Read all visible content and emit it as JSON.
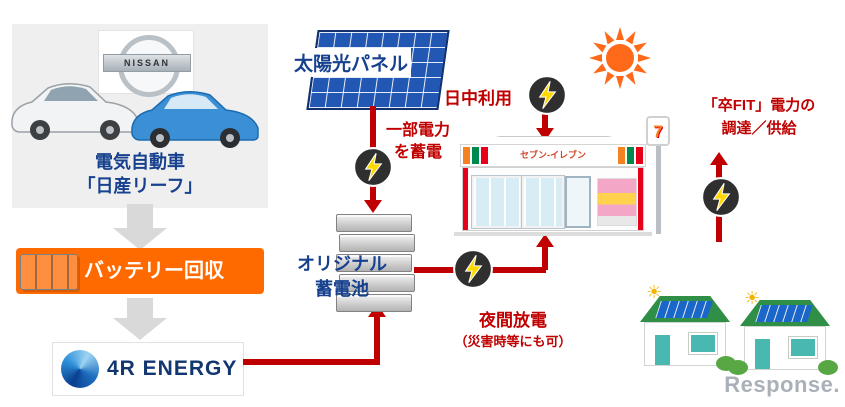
{
  "colors": {
    "accent_red": "#c00000",
    "label_blue": "#17418f",
    "recovery_orange": "#ff6a00"
  },
  "left": {
    "nissan_logo": "NISSAN",
    "ev_line1": "電気自動車",
    "ev_line2": "「日産リーフ」",
    "battery_recovery": "バッテリー回収",
    "energy_logo": "4R ENERGY"
  },
  "solar": {
    "panel_label": "太陽光パネル",
    "daytime_label": "日中利用",
    "partial_line1": "一部電力",
    "partial_line2": "を蓄電"
  },
  "storage": {
    "label_line1": "オリジナル",
    "label_line2": "蓄電池",
    "night_label": "夜間放電",
    "night_note": "（災害時等にも可）"
  },
  "store": {
    "fascia_text": "セブン-イレブン",
    "pole_text": "7"
  },
  "fit": {
    "line1": "「卒FIT」電力の",
    "line2": "調達／供給"
  },
  "watermark": "Response."
}
